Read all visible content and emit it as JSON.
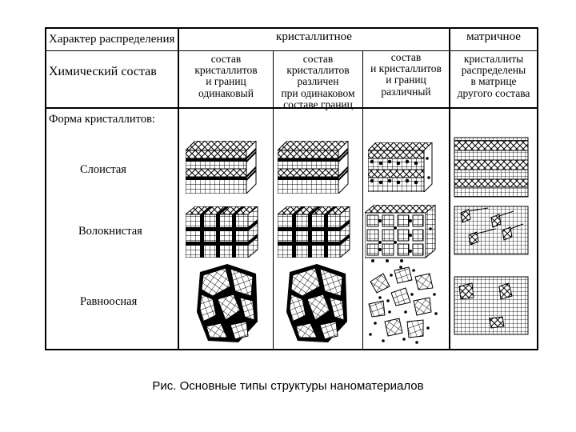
{
  "table": {
    "header": {
      "distribution_label": "Характер распределения",
      "crystalline": "кристаллитное",
      "matrix": "матричное"
    },
    "chem_row": {
      "label": "Химический состав",
      "col1": "состав\nкристаллитов\nи границ\nодинаковый",
      "col2": "состав\nкристаллитов\nразличен\nпри одинаковом\nсоставе границ",
      "col3": "состав\nи кристаллитов\nи границ\nразличный",
      "col4": "кристаллиты\nраспределены\nв матрице\nдругого состава"
    },
    "shape_row": {
      "label": "Форма кристаллитов:",
      "types": [
        "Слоистая",
        "Волокнистая",
        "Равноосная"
      ]
    }
  },
  "caption": "Рис. Основные типы структуры наноматериалов"
}
